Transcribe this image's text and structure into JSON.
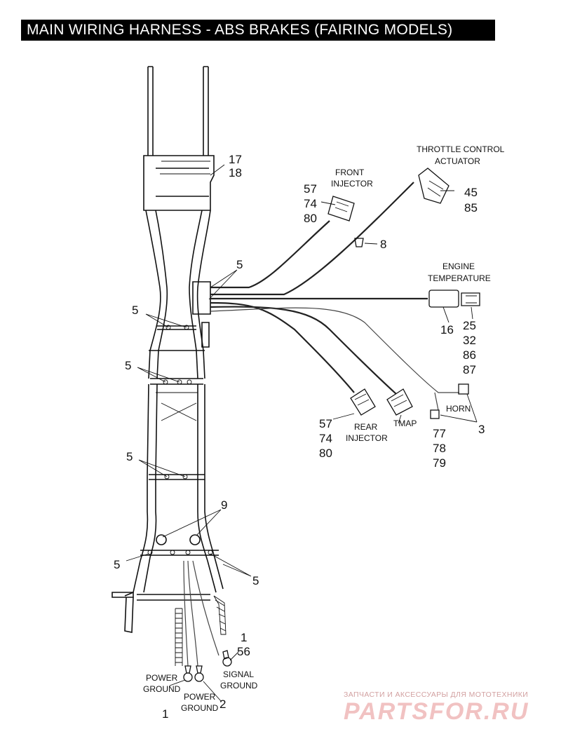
{
  "title": "MAIN WIRING HARNESS - ABS BRAKES (FAIRING MODELS)",
  "callouts": {
    "c17": "17",
    "c18": "18",
    "c57a": "57",
    "c74a": "74",
    "c80a": "80",
    "c45": "45",
    "c85": "85",
    "c8": "8",
    "c5_top": "5",
    "c5_left1": "5",
    "c5_left2": "5",
    "c5_left3": "5",
    "c5_bl": "5",
    "c5_br": "5",
    "c16": "16",
    "c25": "25",
    "c32": "32",
    "c86": "86",
    "c87": "87",
    "c57b": "57",
    "c74b": "74",
    "c80b": "80",
    "c77": "77",
    "c78": "78",
    "c79": "79",
    "c3": "3",
    "c9": "9",
    "c1_top": "1",
    "c56": "56",
    "c1_bottom": "1",
    "c2": "2"
  },
  "labels": {
    "front_injector_1": "FRONT",
    "front_injector_2": "INJECTOR",
    "throttle_1": "THROTTLE CONTROL",
    "throttle_2": "ACTUATOR",
    "engine_temp_1": "ENGINE",
    "engine_temp_2": "TEMPERATURE",
    "rear_injector_1": "REAR",
    "rear_injector_2": "INJECTOR",
    "tmap": "TMAP",
    "horn": "HORN",
    "power_ground_a_1": "POWER",
    "power_ground_a_2": "GROUND",
    "power_ground_b_1": "POWER",
    "power_ground_b_2": "GROUND",
    "signal_ground_1": "SIGNAL",
    "signal_ground_2": "GROUND"
  },
  "watermark": {
    "tagline": "ЗАПЧАСТИ И АКСЕССУАРЫ ДЛЯ МОТОТЕХНИКИ",
    "logo": "PARTSFOR.RU"
  }
}
